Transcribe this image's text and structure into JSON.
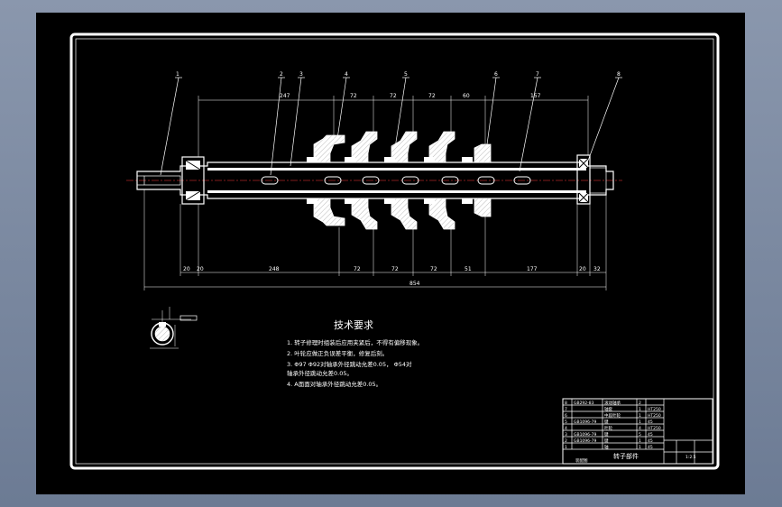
{
  "drawing": {
    "tech_requirements_title": "技术要求",
    "notes": [
      "1. 转子修理时组装后应用夹紧后，不得有偏移现象。",
      "2. 叶轮应做正负误差平衡，修复后刻。",
      "3. Φ97 Φ92对轴承外径跳动允差0.05， Φ54对",
      "   轴承外径跳动允差0.05。",
      "4. A面面对轴承外径跳动允差0.05。"
    ],
    "part_labels": [
      "1",
      "2",
      "3",
      "4",
      "5",
      "6",
      "7",
      "8"
    ],
    "top_dims": [
      "247",
      "72",
      "72",
      "72",
      "60",
      "157"
    ],
    "bottom_dims": [
      "20",
      "20",
      "248",
      "72",
      "72",
      "72",
      "51",
      "177",
      "20",
      "32"
    ],
    "overall_dim": "854",
    "title_block": {
      "drawing_title": "转子部件",
      "scale": "1:2.5",
      "sub_title": "装配图",
      "rows": [
        {
          "no": "8",
          "code": "GB292-83",
          "name": "滚动轴承",
          "qty": "2",
          "material": ""
        },
        {
          "no": "7",
          "code": "",
          "name": "轴套",
          "qty": "1",
          "material": "HT250"
        },
        {
          "no": "6",
          "code": "",
          "name": "中段叶轮",
          "qty": "1",
          "material": "HT250"
        },
        {
          "no": "5",
          "code": "GB1096-79",
          "name": "键",
          "qty": "1",
          "material": "45"
        },
        {
          "no": "4",
          "code": "",
          "name": "叶轮",
          "qty": "4",
          "material": "HT250"
        },
        {
          "no": "3",
          "code": "GB1096-79",
          "name": "键",
          "qty": "5",
          "material": "45"
        },
        {
          "no": "2",
          "code": "GB1096-79",
          "name": "键",
          "qty": "1",
          "material": "45"
        },
        {
          "no": "1",
          "code": "",
          "name": "轴",
          "qty": "1",
          "material": "45"
        }
      ]
    }
  }
}
